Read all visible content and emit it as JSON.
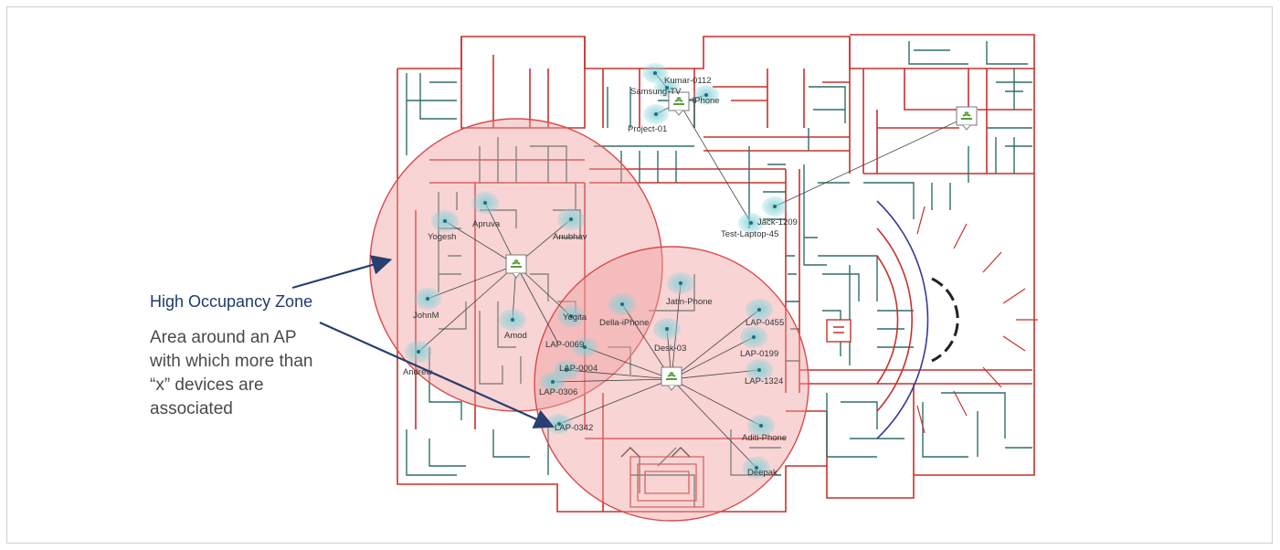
{
  "callout": {
    "title": "High Occupancy Zone",
    "description_lines": [
      "Area around an AP",
      "with which more than",
      "“x” devices are",
      "associated"
    ]
  },
  "colors": {
    "zone_fill": "#f3b8b8",
    "zone_stroke": "#d94a4a",
    "wall_red": "#c9302c",
    "wall_teal": "#2f6f6a",
    "arrow": "#27406f",
    "ap_icon": "#5a9a3a",
    "device_halo": "#7fd0d8"
  },
  "devices": {
    "kumar": "Kumar-0112",
    "samsung": "Samsung-TV",
    "iphone": "iPhone",
    "project": "Project-01",
    "jack": "Jack-1209",
    "testlaptop": "Test-Laptop-45",
    "apruva": "Apruva",
    "yogesh": "Yogesh",
    "anubhav": "Anubhav",
    "johnm": "JohnM",
    "amod": "Amod",
    "yogita": "Yogita",
    "andrew": "Andrew",
    "lap0069": "LAP-0069",
    "lap0004": "LAP-0004",
    "lap0306": "LAP-0306",
    "lap0342": "LAP-0342",
    "della": "Della-iPhone",
    "jatin": "Jatin-Phone",
    "desk03": "Desk-03",
    "lap0455": "LAP-0455",
    "lap0199": "LAP-0199",
    "lap1324": "LAP-1324",
    "aditi": "Aditi-Phone",
    "deepak": "Deepak"
  }
}
